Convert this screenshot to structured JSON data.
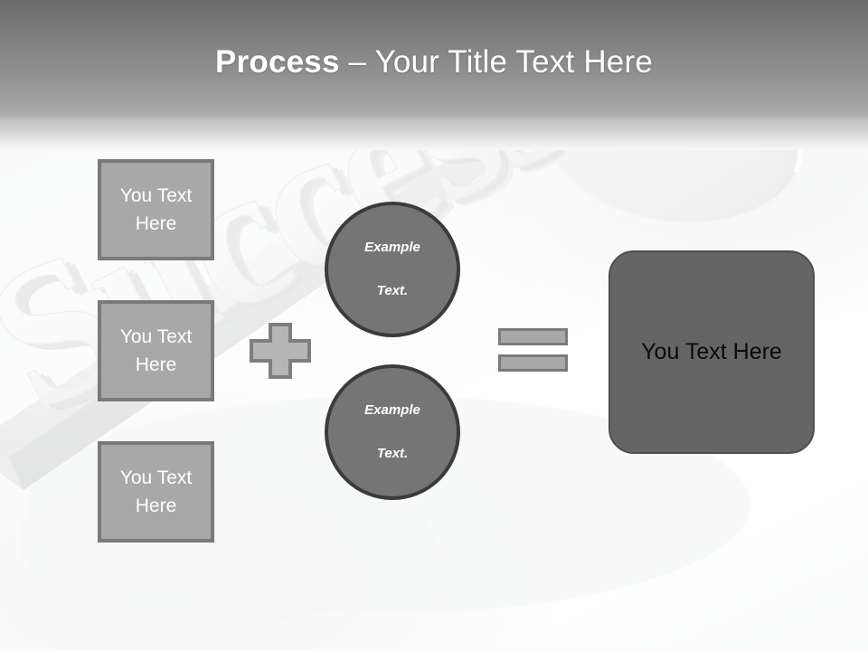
{
  "slide": {
    "title_bold": "Process",
    "title_rest": " – Your Title Text Here",
    "background_motif": "3d-key-success-text",
    "colors": {
      "header_top": "#6a6a6a",
      "header_bottom": "#b4b4b4",
      "box_fill": "#a8a8a8",
      "box_border": "#7a7a7a",
      "circle_fill": "#757575",
      "circle_border": "#3b3b3b",
      "result_fill": "#656565",
      "result_text": "#0b0b0b",
      "canvas": "#fbfbfb"
    }
  },
  "inputs": [
    {
      "label": "You Text Here"
    },
    {
      "label": "You Text Here"
    },
    {
      "label": "You Text Here"
    }
  ],
  "operators": {
    "plus": "+",
    "equals": "="
  },
  "circles": [
    {
      "line1": "Example",
      "line2": "Text."
    },
    {
      "line1": "Example",
      "line2": "Text."
    }
  ],
  "result": {
    "label": "You Text Here"
  },
  "background_text": "Success"
}
